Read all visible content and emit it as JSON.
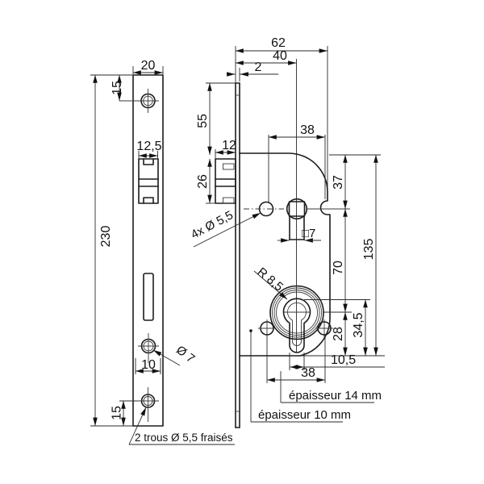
{
  "front": {
    "width": "20",
    "top_hole": "15",
    "latch_width": "12,5",
    "height": "230",
    "hole_dia": "Ø 7",
    "bottom_width": "10",
    "bottom_hole": "15",
    "holes_note": "2 trous Ø 5,5 fraisés"
  },
  "side": {
    "depth": "62",
    "backset": "40",
    "plate_thickness": "2",
    "latch_projection": "12",
    "top_to_latch": "55",
    "latch_height": "26"
  },
  "case": {
    "holes_span_top": "38",
    "top_to_follower": "37",
    "height": "135",
    "follower_to_cylinder": "70",
    "follower_square": "□7",
    "holes_label": "4x Ø 5,5",
    "cylinder_radius": "R 8,5",
    "cylinder_top": "34,5",
    "cylinder_axis": "28",
    "keyway_width": "10,5",
    "holes_span_bottom": "38",
    "thickness_body": "épaisseur 14 mm",
    "thickness_cover": "épaisseur 10 mm"
  }
}
